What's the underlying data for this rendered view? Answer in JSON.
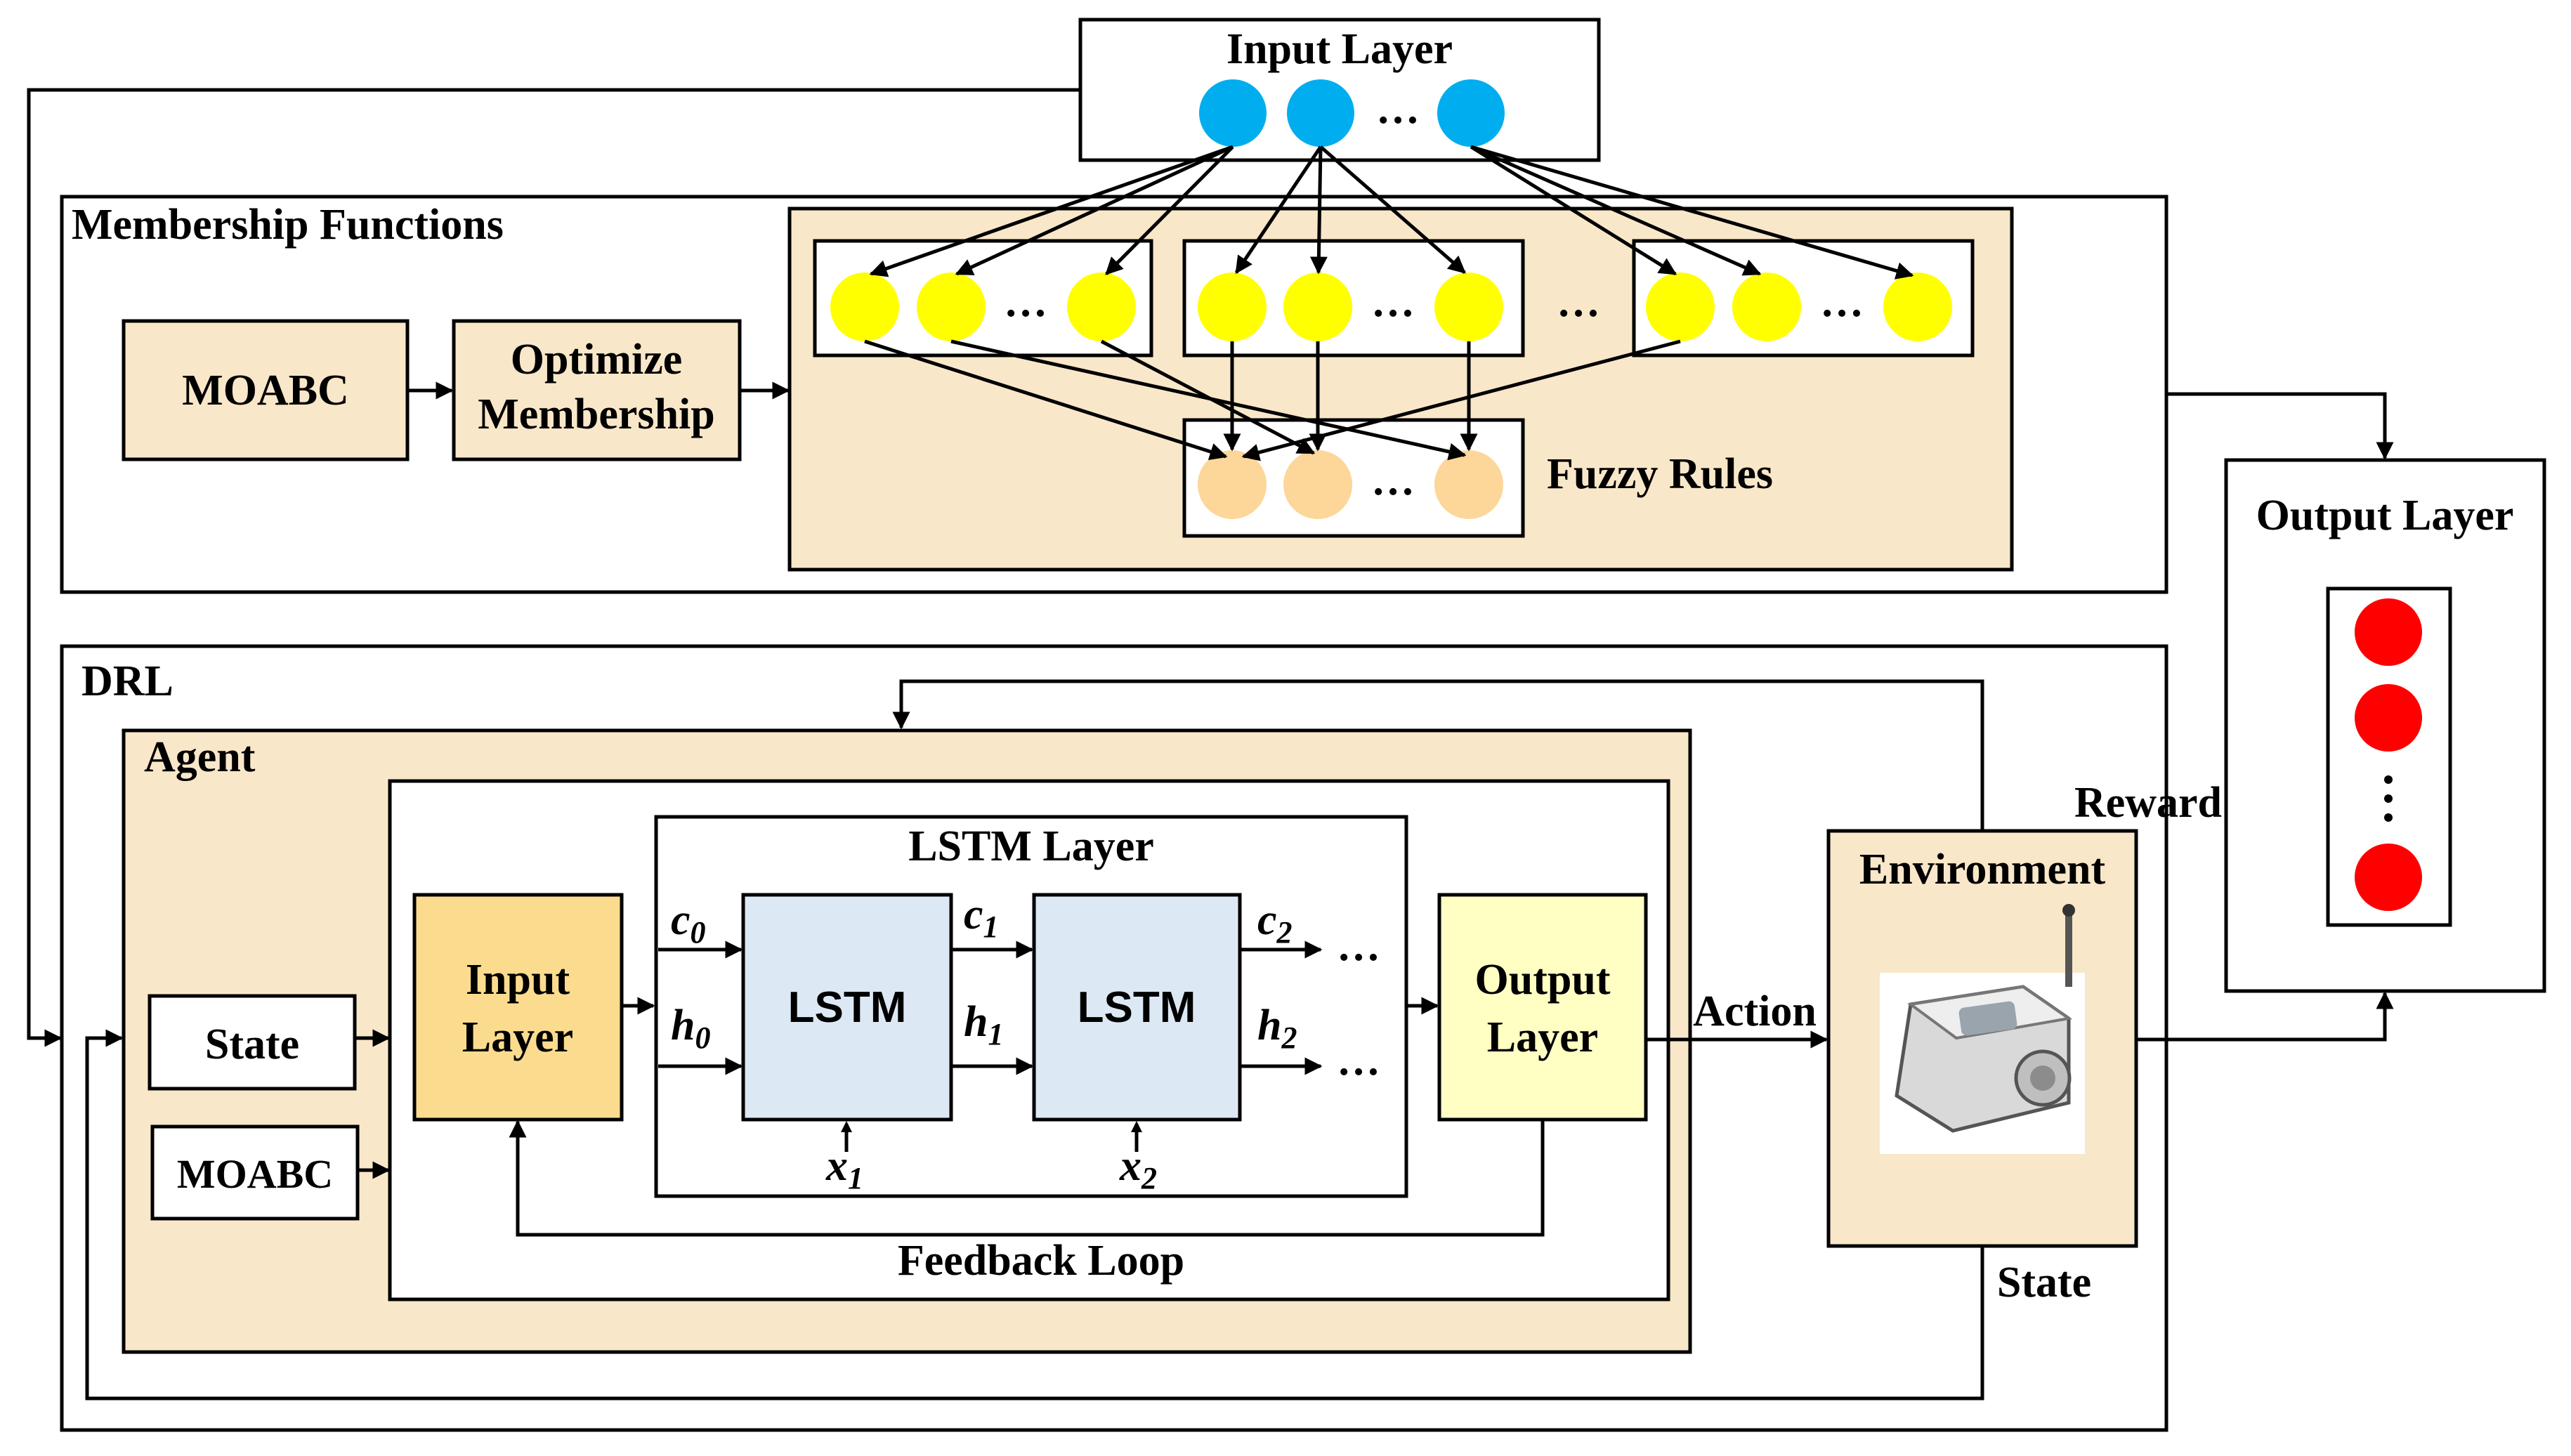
{
  "labels": {
    "input_layer": "Input Layer",
    "membership_functions": "Membership Functions",
    "moabc_top": "MOABC",
    "optimize_line1": "Optimize",
    "optimize_line2": "Membership",
    "fuzzy_rules": "Fuzzy Rules",
    "output_layer": "Output Layer",
    "drl": "DRL",
    "agent": "Agent",
    "lstm_layer": "LSTM Layer",
    "state_input": "State",
    "moabc_agent": "MOABC",
    "agent_input_line1": "Input",
    "agent_input_line2": "Layer",
    "lstm1": "LSTM",
    "lstm2": "LSTM",
    "agent_output_line1": "Output",
    "agent_output_line2": "Layer",
    "feedback_loop": "Feedback Loop",
    "action": "Action",
    "environment": "Environment",
    "reward": "Reward",
    "state_env": "State",
    "ellipsis": "…"
  },
  "lstm_vars": {
    "c0": {
      "base": "c",
      "sub": "0"
    },
    "h0": {
      "base": "h",
      "sub": "0"
    },
    "c1": {
      "base": "c",
      "sub": "1"
    },
    "h1": {
      "base": "h",
      "sub": "1"
    },
    "c2": {
      "base": "c",
      "sub": "2"
    },
    "h2": {
      "base": "h",
      "sub": "2"
    },
    "x1": {
      "base": "x",
      "sub": "1"
    },
    "x2": {
      "base": "x",
      "sub": "2"
    }
  },
  "colors": {
    "input_node": "#00aeef",
    "membership_node": "#ffff00",
    "rule_node": "#fdd699",
    "output_node": "#ff0000",
    "panel_fill": "#f9e7c9",
    "agent_input_fill": "#fbdc8f",
    "lstm_fill": "#dce9f5",
    "agent_output_fill": "#ffffc4"
  },
  "icons": {
    "environment": "sensor-device-icon"
  }
}
